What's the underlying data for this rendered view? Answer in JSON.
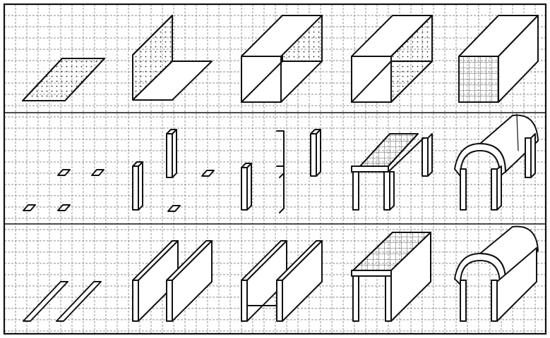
{
  "figure": {
    "rows": [
      {
        "name": "row-1-planar-assembly",
        "panels": [
          "floor-slab",
          "slab-and-wall",
          "open-box",
          "double-box",
          "box-with-back-grid"
        ]
      },
      {
        "name": "row-2-column-frame-assembly",
        "panels": [
          "footing-pads",
          "columns",
          "columns-and-brackets",
          "frame-with-deck",
          "frame-with-vault"
        ]
      },
      {
        "name": "row-3-wall-frame-assembly",
        "panels": [
          "strip-footings",
          "parallel-walls",
          "walls-with-deck",
          "box-culvert",
          "vaulted-tunnel"
        ]
      }
    ],
    "colors": {
      "ink": "#111111",
      "grid": "#8c8c8c",
      "paper": "#ffffff"
    }
  }
}
